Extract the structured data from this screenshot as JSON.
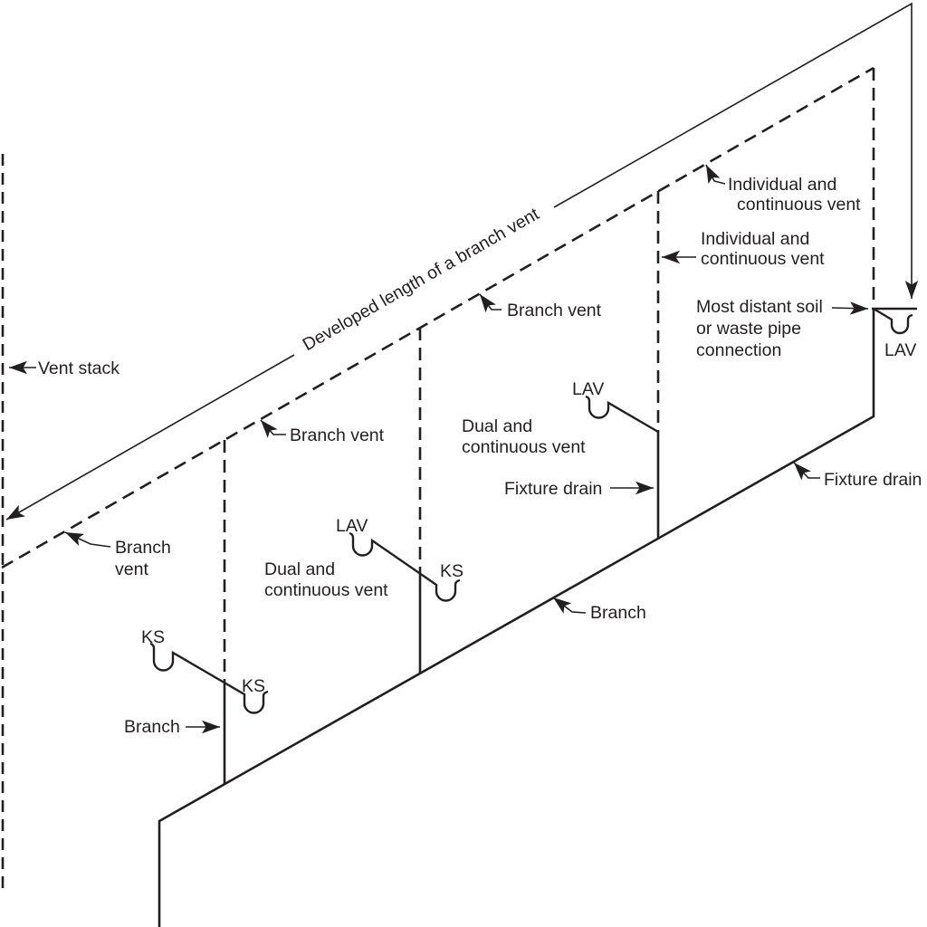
{
  "diagram": {
    "background_color": "#ffffff",
    "line_color": "#231f20",
    "labels": {
      "vent_stack": "Vent stack",
      "developed_length": "Developed length of a branch vent",
      "branch_vent_upper": "Branch vent",
      "branch_vent_mid": "Branch vent",
      "branch_vent_left": {
        "line1": "Branch",
        "line2": "vent"
      },
      "individual_continuous_vent_1": {
        "line1": "Individual and",
        "line2": "continuous vent"
      },
      "individual_continuous_vent_2": {
        "line1": "Individual and",
        "line2": "continuous vent"
      },
      "most_distant_connection": {
        "line1": "Most distant soil",
        "line2": "or waste pipe",
        "line3": "connection"
      },
      "dual_continuous_vent_1": {
        "line1": "Dual and",
        "line2": "continuous vent"
      },
      "dual_continuous_vent_2": {
        "line1": "Dual and",
        "line2": "continuous vent"
      },
      "fixture_drain_left": "Fixture drain",
      "fixture_drain_right": "Fixture drain",
      "branch_lower": "Branch",
      "branch_right": "Branch",
      "fixtures": {
        "ks_left_1": "KS",
        "ks_left_2": "KS",
        "lav_mid": "LAV",
        "ks_mid": "KS",
        "lav_upper": "LAV",
        "lav_right": "LAV"
      }
    }
  }
}
